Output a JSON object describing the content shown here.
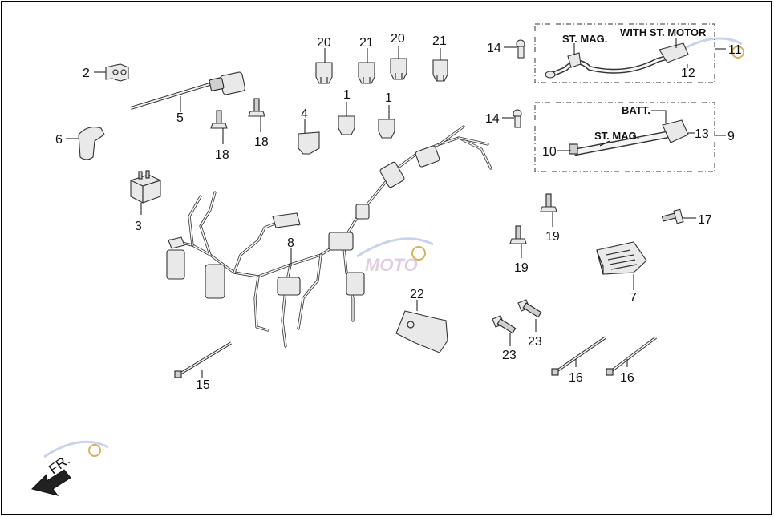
{
  "callouts": [
    {
      "id": "c1a",
      "text": "1"
    },
    {
      "id": "c1b",
      "text": "1"
    },
    {
      "id": "c2",
      "text": "2"
    },
    {
      "id": "c3",
      "text": "3"
    },
    {
      "id": "c4",
      "text": "4"
    },
    {
      "id": "c5",
      "text": "5"
    },
    {
      "id": "c6",
      "text": "6"
    },
    {
      "id": "c7",
      "text": "7"
    },
    {
      "id": "c8",
      "text": "8"
    },
    {
      "id": "c9",
      "text": "9"
    },
    {
      "id": "c10",
      "text": "10"
    },
    {
      "id": "c11",
      "text": "11"
    },
    {
      "id": "c12",
      "text": "12"
    },
    {
      "id": "c13",
      "text": "13"
    },
    {
      "id": "c14a",
      "text": "14"
    },
    {
      "id": "c14b",
      "text": "14"
    },
    {
      "id": "c15",
      "text": "15"
    },
    {
      "id": "c16a",
      "text": "16"
    },
    {
      "id": "c16b",
      "text": "16"
    },
    {
      "id": "c17",
      "text": "17"
    },
    {
      "id": "c18a",
      "text": "18"
    },
    {
      "id": "c18b",
      "text": "18"
    },
    {
      "id": "c19a",
      "text": "19"
    },
    {
      "id": "c19b",
      "text": "19"
    },
    {
      "id": "c20a",
      "text": "20"
    },
    {
      "id": "c20b",
      "text": "20"
    },
    {
      "id": "c21a",
      "text": "21"
    },
    {
      "id": "c21b",
      "text": "21"
    },
    {
      "id": "c22",
      "text": "22"
    },
    {
      "id": "c23a",
      "text": "23"
    },
    {
      "id": "c23b",
      "text": "23"
    }
  ],
  "captions": {
    "st_mag_top": "ST. MAG.",
    "with_st_motor": "WITH ST. MOTOR",
    "batt": "BATT.",
    "st_mag_bottom": "ST. MAG."
  },
  "front_indicator": "FR.",
  "watermark": "MOTO"
}
